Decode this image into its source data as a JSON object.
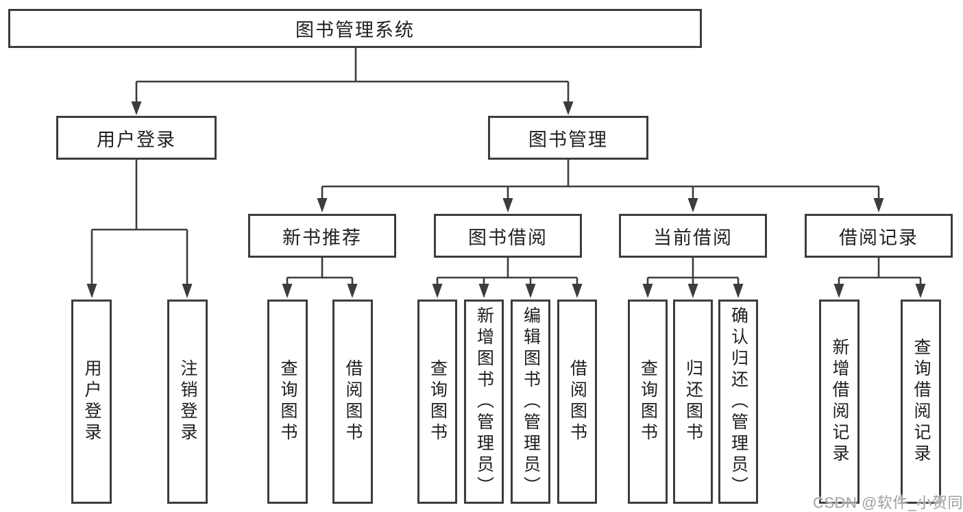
{
  "diagram": {
    "title": "图书管理系统",
    "root": {
      "label": "图书管理系统"
    },
    "level2": {
      "user_login": {
        "label": "用户登录"
      },
      "book_mgmt": {
        "label": "图书管理"
      }
    },
    "level3": {
      "new_book_rec": {
        "label": "新书推荐"
      },
      "book_borrow": {
        "label": "图书借阅"
      },
      "current_borrow": {
        "label": "当前借阅"
      },
      "borrow_records": {
        "label": "借阅记录"
      }
    },
    "leaves": {
      "user_login": [
        "用户登录",
        "注销登录"
      ],
      "new_book_rec": [
        "查询图书",
        "借阅图书"
      ],
      "book_borrow": [
        "查询图书",
        "新增图书（管理员）",
        "编辑图书（管理员）",
        "借阅图书"
      ],
      "current_borrow": [
        "查询图书",
        "归还图书",
        "确认归还（管理员）"
      ],
      "borrow_records": [
        "新增借阅记录",
        "查询借阅记录"
      ]
    }
  },
  "watermark": "CSDN @软件_小贺同学",
  "colors": {
    "line": "#3c3c3c",
    "text": "#1e1e1e",
    "watermark": "#a0a0a0",
    "background": "#ffffff"
  }
}
